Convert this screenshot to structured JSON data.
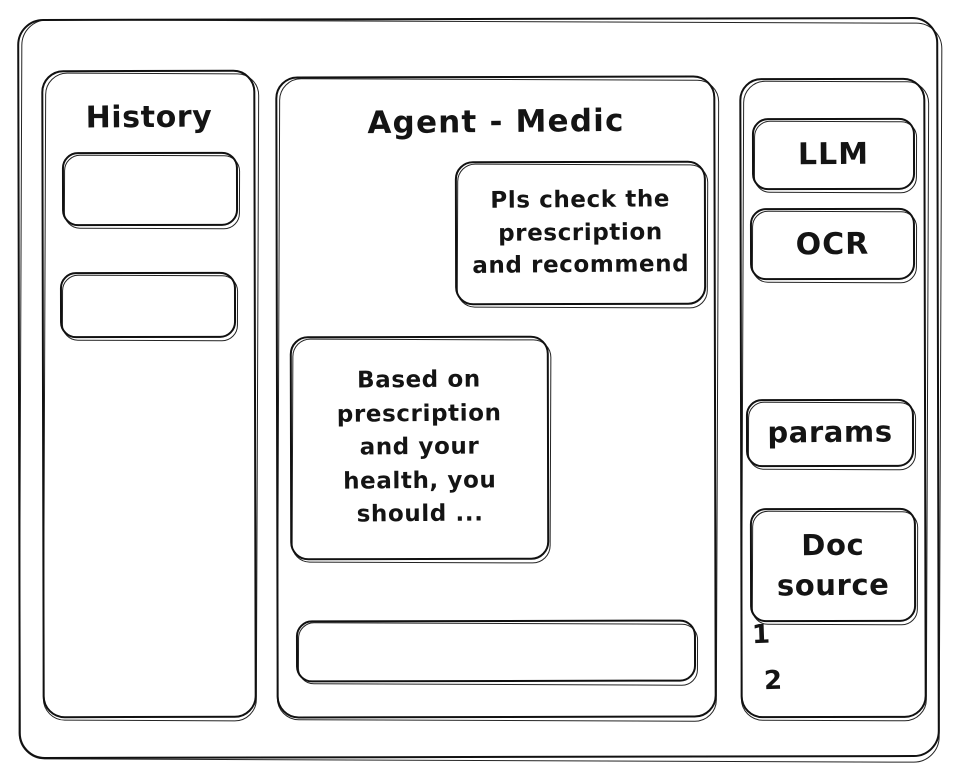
{
  "window": {
    "name": "agent-medic-wireframe"
  },
  "sidebar_left": {
    "title": "History",
    "items": [
      {
        "label": ""
      },
      {
        "label": ""
      }
    ]
  },
  "main": {
    "title": "Agent - Medic",
    "messages": [
      {
        "role": "user",
        "text": "Pls check the\nprescription\nand recommend"
      },
      {
        "role": "agent",
        "text": "Based on\nprescription\nand your\nhealth, you\nshould ..."
      }
    ],
    "composer": {
      "value": "",
      "placeholder": ""
    }
  },
  "sidebar_right": {
    "tools": [
      {
        "label": "LLM"
      },
      {
        "label": "OCR"
      },
      {
        "label": "params"
      },
      {
        "label": "Doc\nsource"
      }
    ],
    "doc_refs": [
      {
        "label": "1"
      },
      {
        "label": "2"
      }
    ]
  },
  "colors": {
    "stroke": "#111111",
    "background": "#ffffff",
    "text": "#141414"
  }
}
